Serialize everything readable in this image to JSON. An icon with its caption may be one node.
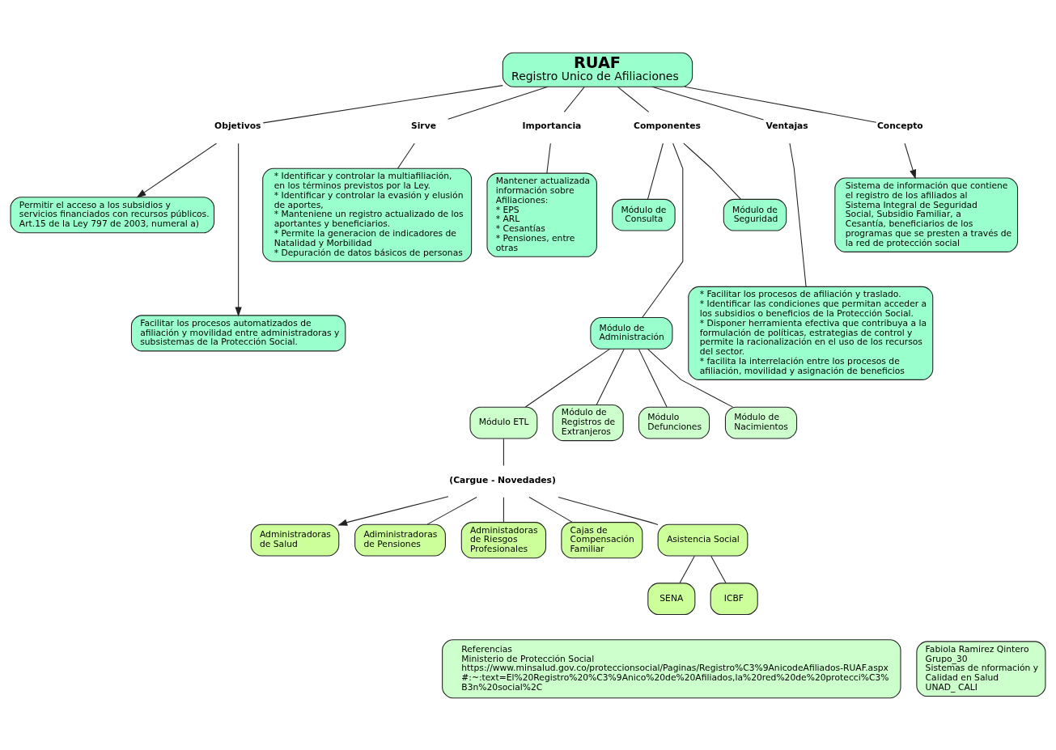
{
  "diagram": {
    "nodes": [
      {
        "text": [
          "RUAF",
          "Registro Unico de Afiliaciones"
        ]
      },
      {
        "text": [
          "Permitir el acceso a los subsidios y servicios financiados con recursos públicos. Art.15 de la Ley 797 de 2003, numeral a)"
        ]
      },
      {
        "text": [
          "Objetivos"
        ]
      },
      {
        "text": [
          "Concepto"
        ]
      },
      {
        "text": [
          "Sistema de información que contiene el registro de los afiliados al Sistema Integral de Seguridad Social, Subsidio Familiar, a Cesantía, beneficiarios de los programas que se presten a través de la red de protección social"
        ]
      },
      {
        "text": [
          "Facilitar los procesos automatizados de afiliación y movilidad entre administradoras y subsistemas de la Protección Social."
        ]
      },
      {
        "text": [
          "Sirve"
        ]
      },
      {
        "text": [
          "Componentes"
        ]
      },
      {
        "text": [
          "Ventajas"
        ]
      },
      {
        "text": [
          "Importancia"
        ]
      },
      {
        "text": [
          "* Identificar y controlar la multiafiliación, en los términos previstos por la Ley.",
          "* Identificar y controlar la evasión y elusión de aportes,",
          "* Manteniene un registro actualizado de los aportantes y beneficiarios.",
          "* Permite la generacion de indicadores de Natalidad y Morbilidad",
          "* Depuración de datos básicos de personas"
        ]
      },
      {
        "text": [
          "Mantener actualizada información sobre Afiliaciones:",
          "* EPS",
          "* ARL",
          "* Cesantías",
          "* Pensiones, entre otras"
        ]
      },
      {
        "text": [
          "Módulo de Consulta"
        ]
      },
      {
        "text": [
          "Módulo de Seguridad"
        ]
      },
      {
        "text": [
          "* Facilitar los procesos de afiliación y traslado.",
          "* Identificar las condiciones que permitan acceder a los subsidios o beneficios de la Protección Social.",
          "* Disponer herramienta efectiva que contribuya a la formulación de políticas, estrategias de control y permite la racionalización en el uso de los recursos del sector.",
          "* facilita la interrelación entre los procesos de afiliación, movilidad y asignación de beneficios"
        ]
      },
      {
        "text": [
          "Módulo de Administración"
        ]
      },
      {
        "text": [
          "Módulo ETL"
        ]
      },
      {
        "text": [
          "Módulo de Registros de Extranjeros"
        ]
      },
      {
        "text": [
          "Módulo Defunciones"
        ]
      },
      {
        "text": [
          "Módulo de Nacimientos"
        ]
      },
      {
        "text": [
          "(Cargue - Novedades)"
        ]
      },
      {
        "text": [
          "Administradoras de Salud"
        ]
      },
      {
        "text": [
          "Asistencia Social"
        ]
      },
      {
        "text": [
          "Adiministradoras de Pensiones"
        ]
      },
      {
        "text": [
          "Administadoras de Riesgos Profesionales"
        ]
      },
      {
        "text": [
          "Cajas de Compensación Familiar"
        ]
      },
      {
        "text": [
          "SENA"
        ]
      },
      {
        "text": [
          "ICBF"
        ]
      },
      {
        "text": [
          "Referencias",
          "Ministerio de Protección Social",
          "https://www.minsalud.gov.co/proteccionsocial/Paginas/Registro%C3%9AnicodeAfiliados-RUAF.aspx #:~:text=El%20Registro%20%C3%9Anico%20de%20Afiliados,la%20red%20de%20protecci%C3% B3n%20social%2C"
        ]
      },
      {
        "text": [
          "Fabiola Ramirez Qintero",
          "Grupo_30",
          "Sistemas de nformación y Calidad en Salud",
          "UNAD_ CALI"
        ]
      }
    ],
    "edges": [
      {
        "from": 0,
        "to": 2,
        "arrow": "none"
      },
      {
        "from": 2,
        "to": 1,
        "arrow": "to"
      },
      {
        "from": 2,
        "to": 5,
        "arrow": "to"
      },
      {
        "from": 0,
        "to": 6,
        "arrow": "none"
      },
      {
        "from": 6,
        "to": 10,
        "arrow": "none"
      },
      {
        "from": 0,
        "to": 9,
        "arrow": "none"
      },
      {
        "from": 9,
        "to": 11,
        "arrow": "none"
      },
      {
        "from": 0,
        "to": 7,
        "arrow": "none"
      },
      {
        "from": 7,
        "to": 12,
        "arrow": "none"
      },
      {
        "from": 7,
        "to": 15,
        "arrow": "none"
      },
      {
        "from": 7,
        "to": 13,
        "arrow": "none"
      },
      {
        "from": 0,
        "to": 8,
        "arrow": "none"
      },
      {
        "from": 8,
        "to": 14,
        "arrow": "none"
      },
      {
        "from": 0,
        "to": 3,
        "arrow": "none"
      },
      {
        "from": 3,
        "to": 4,
        "arrow": "to"
      },
      {
        "from": 15,
        "to": 16,
        "arrow": "none"
      },
      {
        "from": 15,
        "to": 17,
        "arrow": "none"
      },
      {
        "from": 15,
        "to": 18,
        "arrow": "none"
      },
      {
        "from": 15,
        "to": 19,
        "arrow": "none"
      },
      {
        "from": 16,
        "to": 20,
        "arrow": "none"
      },
      {
        "from": 20,
        "to": 21,
        "arrow": "to"
      },
      {
        "from": 20,
        "to": 23,
        "arrow": "none"
      },
      {
        "from": 20,
        "to": 24,
        "arrow": "none"
      },
      {
        "from": 20,
        "to": 25,
        "arrow": "none"
      },
      {
        "from": 20,
        "to": 22,
        "arrow": "none"
      },
      {
        "from": 22,
        "to": 26,
        "arrow": "none"
      },
      {
        "from": 22,
        "to": 27,
        "arrow": "none"
      }
    ]
  }
}
